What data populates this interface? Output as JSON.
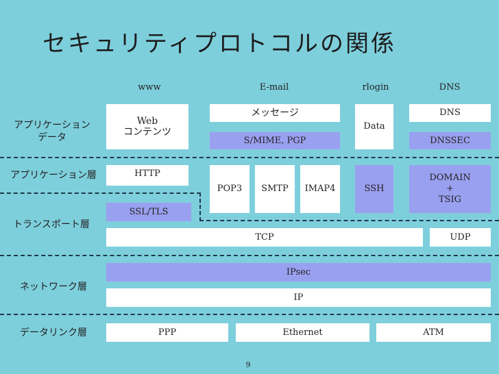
{
  "title": "セキュリティプロトコルの関係",
  "columns": [
    "www",
    "E-mail",
    "rlogin",
    "DNS"
  ],
  "layers": {
    "app_data": "アプリケーション\nデータ",
    "app": "アプリケーション層",
    "transport": "トランスポート層",
    "network": "ネットワーク層",
    "datalink": "データリンク層"
  },
  "boxes": {
    "web": "Web\nコンテンツ",
    "message": "メッセージ",
    "smime": "S/MIME, PGP",
    "data": "Data",
    "dns": "DNS",
    "dnssec": "DNSSEC",
    "http": "HTTP",
    "pop3": "POP3",
    "smtp": "SMTP",
    "imap4": "IMAP4",
    "ssh": "SSH",
    "domain": "DOMAIN\n+\nTSIG",
    "ssl": "SSL/TLS",
    "tcp": "TCP",
    "udp": "UDP",
    "ipsec": "IPsec",
    "ip": "IP",
    "ppp": "PPP",
    "ethernet": "Ethernet",
    "atm": "ATM"
  },
  "page_number": "9",
  "colors": {
    "background": "#7ecfdc",
    "secure_box": "#9aa0f0",
    "plain_box": "#ffffff"
  }
}
